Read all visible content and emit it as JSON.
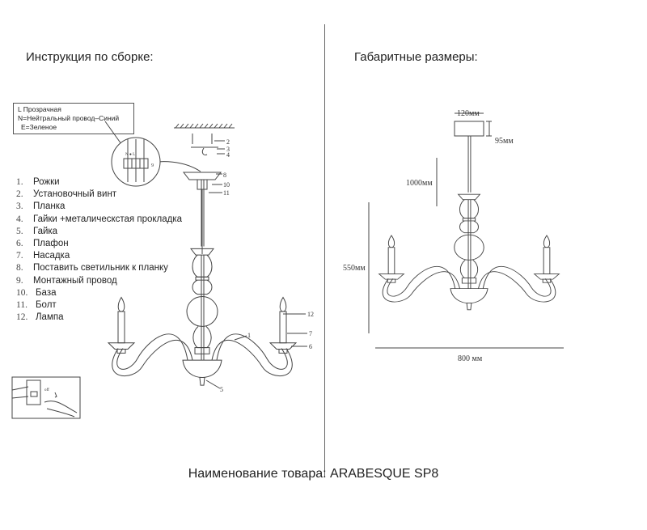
{
  "left_heading": "Инструкция по сборке:",
  "right_heading": "Габаритные размеры:",
  "wiring_note": [
    "L Прозрачная",
    "N=Нейтральный провод–Синий",
    "E=Зеленое"
  ],
  "parts": [
    {
      "n": "1.",
      "label": "Рожки"
    },
    {
      "n": "2.",
      "label": "Установочный винт"
    },
    {
      "n": "3.",
      "label": "Планка"
    },
    {
      "n": "4.",
      "label": "Гайки +металическстая прокладка"
    },
    {
      "n": "5.",
      "label": "Гайка"
    },
    {
      "n": "6.",
      "label": "Плафон"
    },
    {
      "n": "7.",
      "label": "Насадка"
    },
    {
      "n": "8.",
      "label": "Поставить светильник к планку"
    },
    {
      "n": "9.",
      "label": "Монтажный провод"
    },
    {
      "n": "10.",
      "label": "База"
    },
    {
      "n": "11.",
      "label": "Болт"
    },
    {
      "n": "12.",
      "label": "Лампа"
    }
  ],
  "callouts": {
    "c1": "1",
    "c2": "2",
    "c3": "3",
    "c4": "4",
    "c5": "5",
    "c6": "6",
    "c7": "7",
    "c8": "8",
    "c10": "10",
    "c11": "11",
    "c12": "12",
    "c9": "9",
    "terminal": "N ● L",
    "switch": "off"
  },
  "dimensions": {
    "canopy_width": "120мм",
    "canopy_height": "95мм",
    "chain": "1000мм",
    "height": "550мм",
    "width": "800 мм"
  },
  "footer": "Наименование товара: ARABESQUE SP8"
}
